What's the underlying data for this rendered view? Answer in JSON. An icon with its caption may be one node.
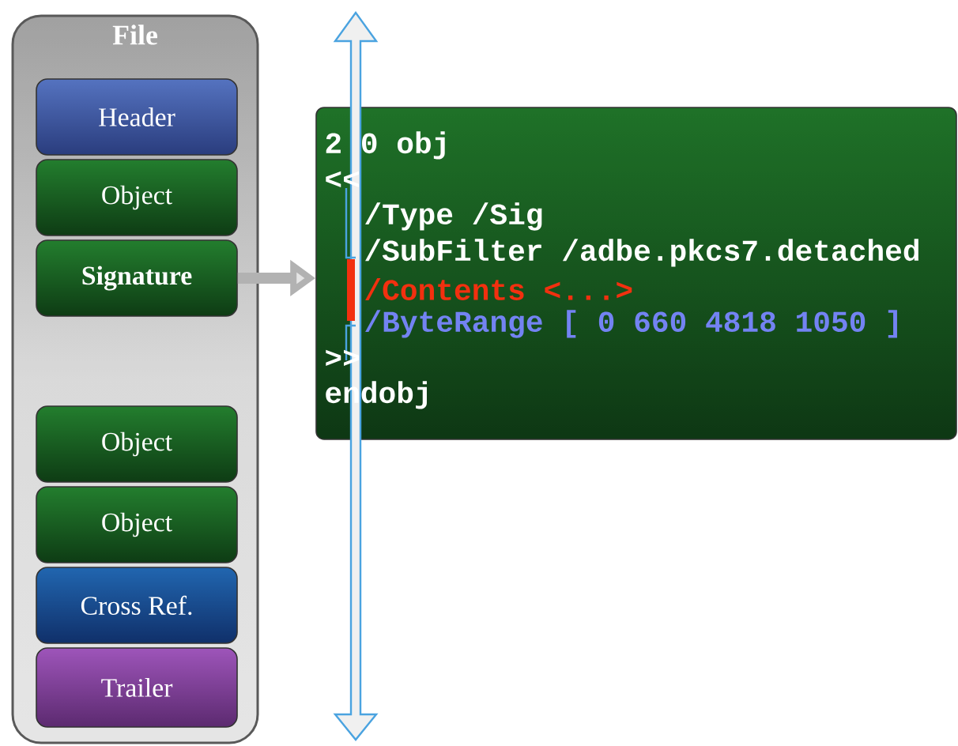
{
  "diagram": {
    "nodes": [
      {
        "text": [
          "File"
        ]
      },
      {
        "text": [
          "Header"
        ],
        "in": 0
      },
      {
        "text": [
          "Object"
        ],
        "in": 0
      },
      {
        "text": [
          "Signature"
        ],
        "in": 0
      },
      {
        "text": [
          "Object"
        ],
        "in": 0
      },
      {
        "text": [
          "Object"
        ],
        "in": 0
      },
      {
        "text": [
          "Cross Ref."
        ],
        "in": 0
      },
      {
        "text": [
          "Trailer"
        ],
        "in": 0
      },
      {
        "text": [
          "2 0 obj",
          "<<",
          "/Type /Sig",
          "/SubFilter /adbe.pkcs7.detached",
          "/Contents <...>",
          "/ByteRange [ 0 660 4818 1050 ]",
          ">>",
          "endobj"
        ]
      }
    ],
    "edges": [
      {
        "from": 3,
        "to": 8,
        "arrow": "to"
      }
    ]
  }
}
